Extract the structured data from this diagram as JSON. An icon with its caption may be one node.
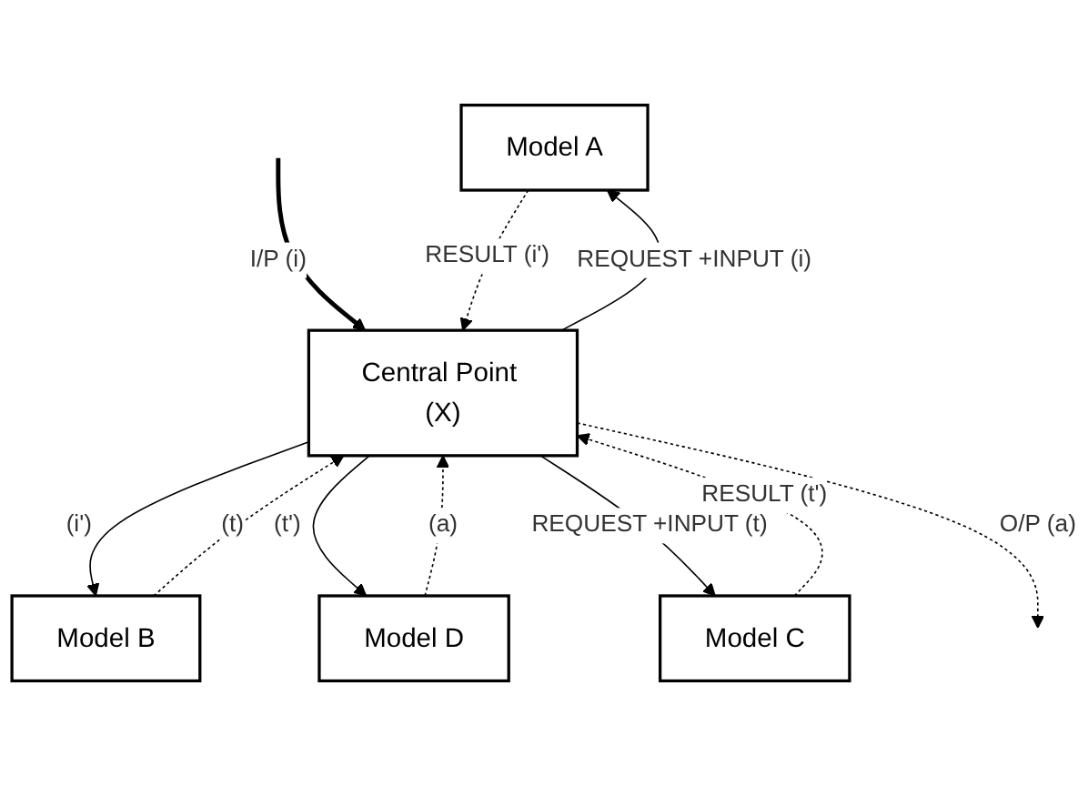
{
  "diagram": {
    "nodes": [
      {
        "text": [
          "Model A"
        ]
      },
      {
        "text": [
          "Model B"
        ]
      },
      {
        "text": [
          "Central Point (X)"
        ]
      },
      {
        "text": [
          "Model D"
        ]
      },
      {
        "text": [
          "Model C"
        ]
      }
    ],
    "edges": [
      {
        "from": null,
        "to": 2,
        "arrow": "to",
        "label": "I/P (i)",
        "style": "thick"
      },
      {
        "from": 2,
        "to": 0,
        "arrow": "to",
        "label": "REQUEST +INPUT (i)"
      },
      {
        "from": 0,
        "to": 2,
        "arrow": "to",
        "label": "RESULT (i')",
        "style": "dashed"
      },
      {
        "from": 2,
        "to": 1,
        "arrow": "to",
        "label": "(i')"
      },
      {
        "from": 1,
        "to": 2,
        "arrow": "to",
        "label": "(t)",
        "style": "dashed"
      },
      {
        "from": 2,
        "to": 3,
        "arrow": "to",
        "label": "(t')"
      },
      {
        "from": 3,
        "to": 2,
        "arrow": "to",
        "label": "(a)",
        "style": "dashed"
      },
      {
        "from": 2,
        "to": 4,
        "arrow": "to",
        "label": "REQUEST +INPUT (t)"
      },
      {
        "from": 4,
        "to": 2,
        "arrow": "to",
        "label": "RESULT (t')",
        "style": "dashed"
      },
      {
        "from": 2,
        "to": null,
        "arrow": "to",
        "label": "O/P (a)",
        "style": "dashed"
      }
    ]
  }
}
